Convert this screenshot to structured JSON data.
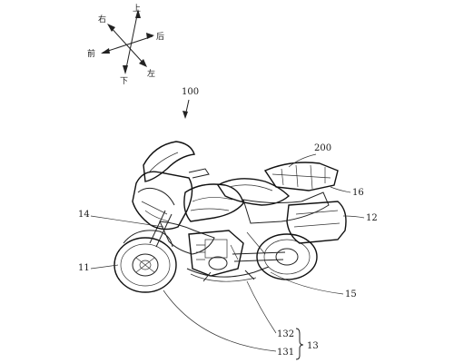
{
  "compass": {
    "up": "上",
    "down": "下",
    "front": "前",
    "rear": "后",
    "right": "右",
    "left": "左"
  },
  "labels": {
    "vehicle": "100",
    "luggage_rack": "200",
    "ref_16": "16",
    "ref_12": "12",
    "ref_14": "14",
    "ref_11": "11",
    "ref_15": "15",
    "ref_132": "132",
    "ref_131": "131",
    "ref_13": "13"
  }
}
